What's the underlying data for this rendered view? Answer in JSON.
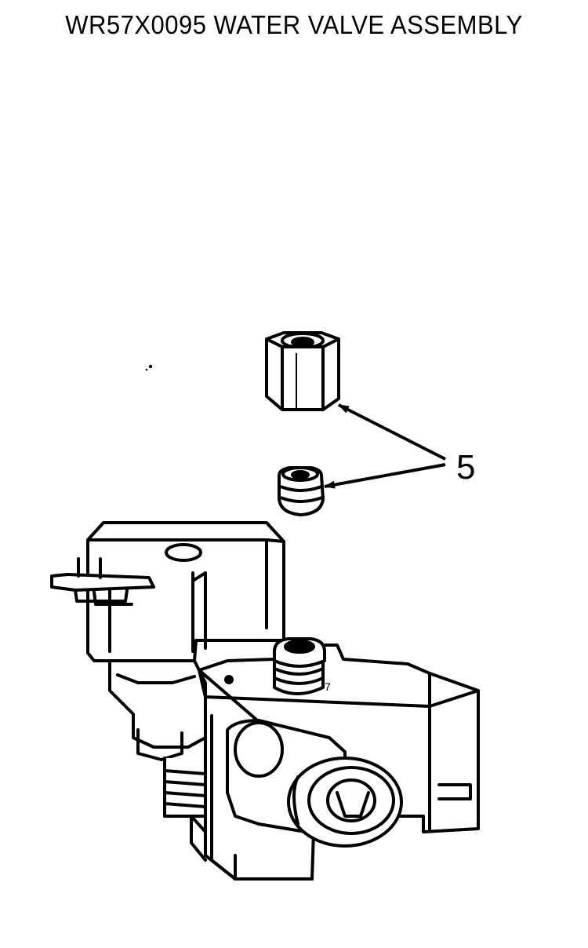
{
  "title": "WR57X0095 WATER VALVE ASSEMBLY",
  "callouts": [
    {
      "number": "5",
      "targets": [
        "compression-nut",
        "ferrule-sleeve"
      ]
    }
  ],
  "colors": {
    "ink": "#000000",
    "paper": "#ffffff"
  }
}
